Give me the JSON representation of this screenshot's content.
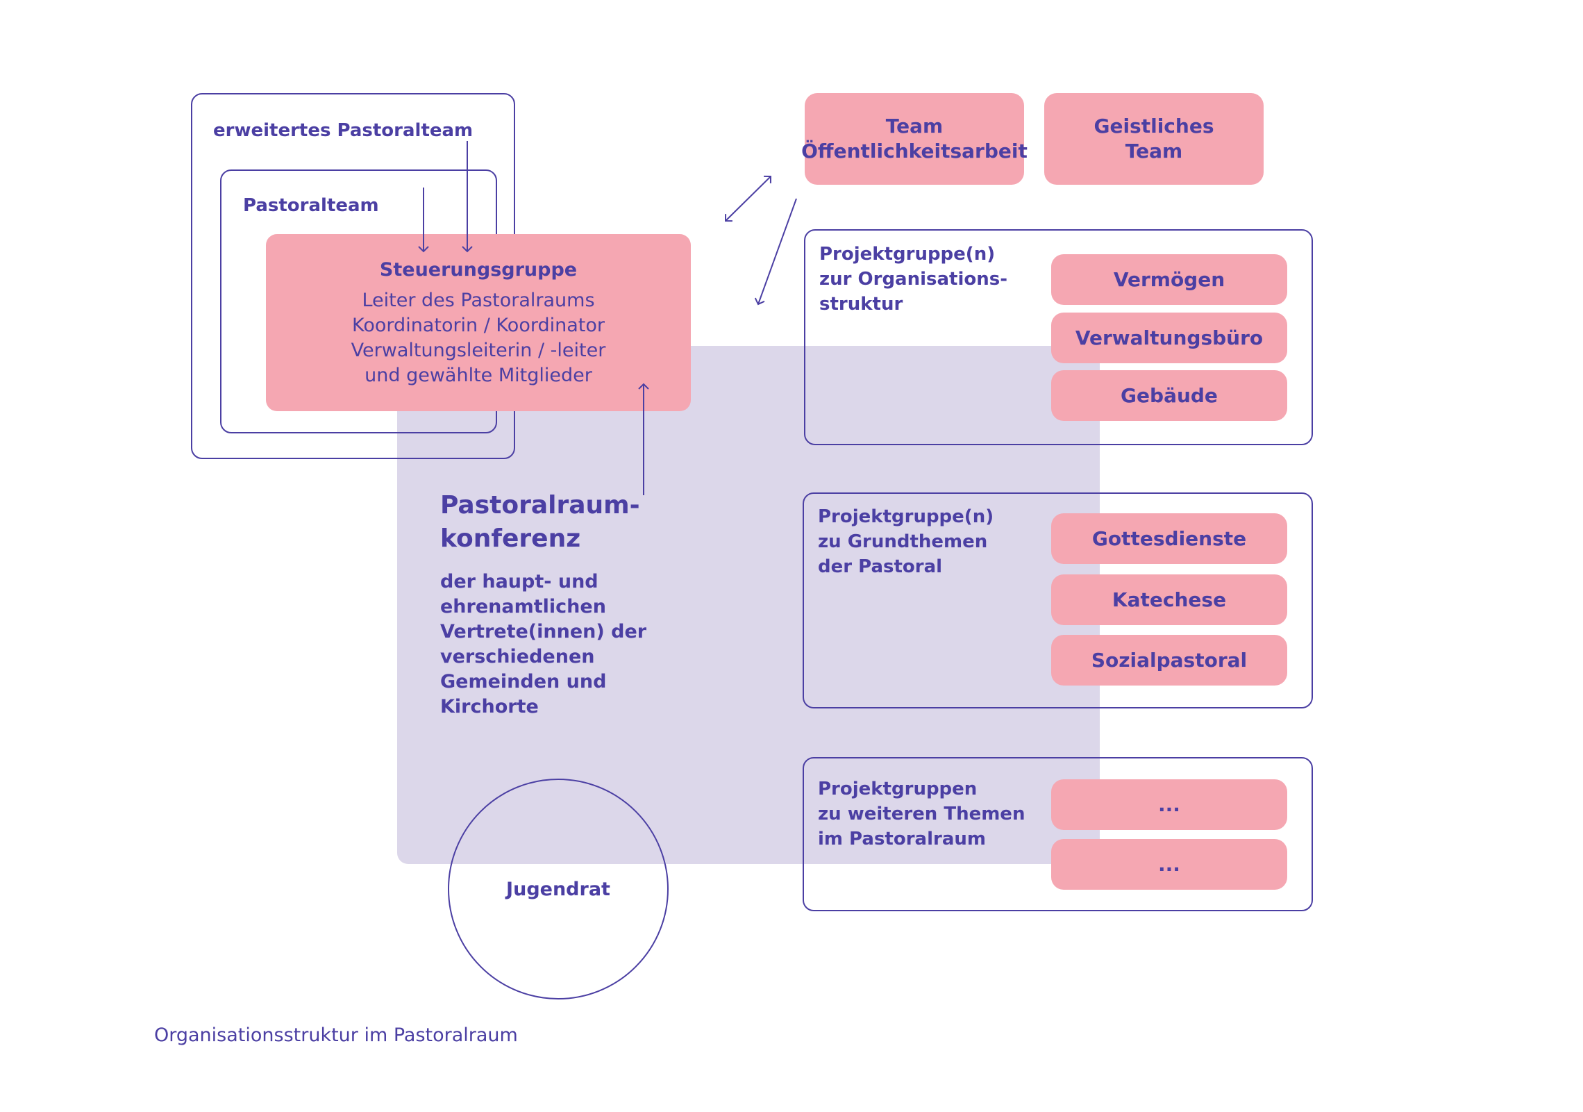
{
  "colors": {
    "ink": "#4b3fa3",
    "pink": "#f5a7b2",
    "lavender": "#dcd7ea",
    "background": "#ffffff"
  },
  "left_group": {
    "extended_team_label": "erweitertes Pastoralteam",
    "team_label": "Pastoralteam",
    "steering": {
      "title": "Steuerungsgruppe",
      "lines": [
        "Leiter des Pastoralraums",
        "Koordinatorin / Koordinator",
        "Verwaltungsleiterin / -leiter",
        "und gewählte Mitglieder"
      ]
    }
  },
  "conference": {
    "title": "Pastoralraum-\nkonferenz",
    "description": "der haupt- und\nehrenamtlichen\nVertrete(innen) der\nverschiedenen\nGemeinden und\nKirchorte"
  },
  "youth_council": {
    "label": "Jugendrat"
  },
  "top_teams": [
    {
      "label": "Team\nÖffentlichkeitsarbeit"
    },
    {
      "label": "Geistliches\nTeam"
    }
  ],
  "project_groups": [
    {
      "label": "Projektgruppe(n)\nzur Organisations-\nstruktur",
      "items": [
        "Vermögen",
        "Verwaltungsbüro",
        "Gebäude"
      ]
    },
    {
      "label": "Projektgruppe(n)\n zu Grundthemen\nder Pastoral",
      "items": [
        "Gottesdienste",
        "Katechese",
        "Sozialpastoral"
      ]
    },
    {
      "label": "Projektgruppen\nzu weiteren Themen\nim Pastoralraum",
      "items": [
        "...",
        "..."
      ]
    }
  ],
  "caption": "Organisationsstruktur im Pastoralraum"
}
